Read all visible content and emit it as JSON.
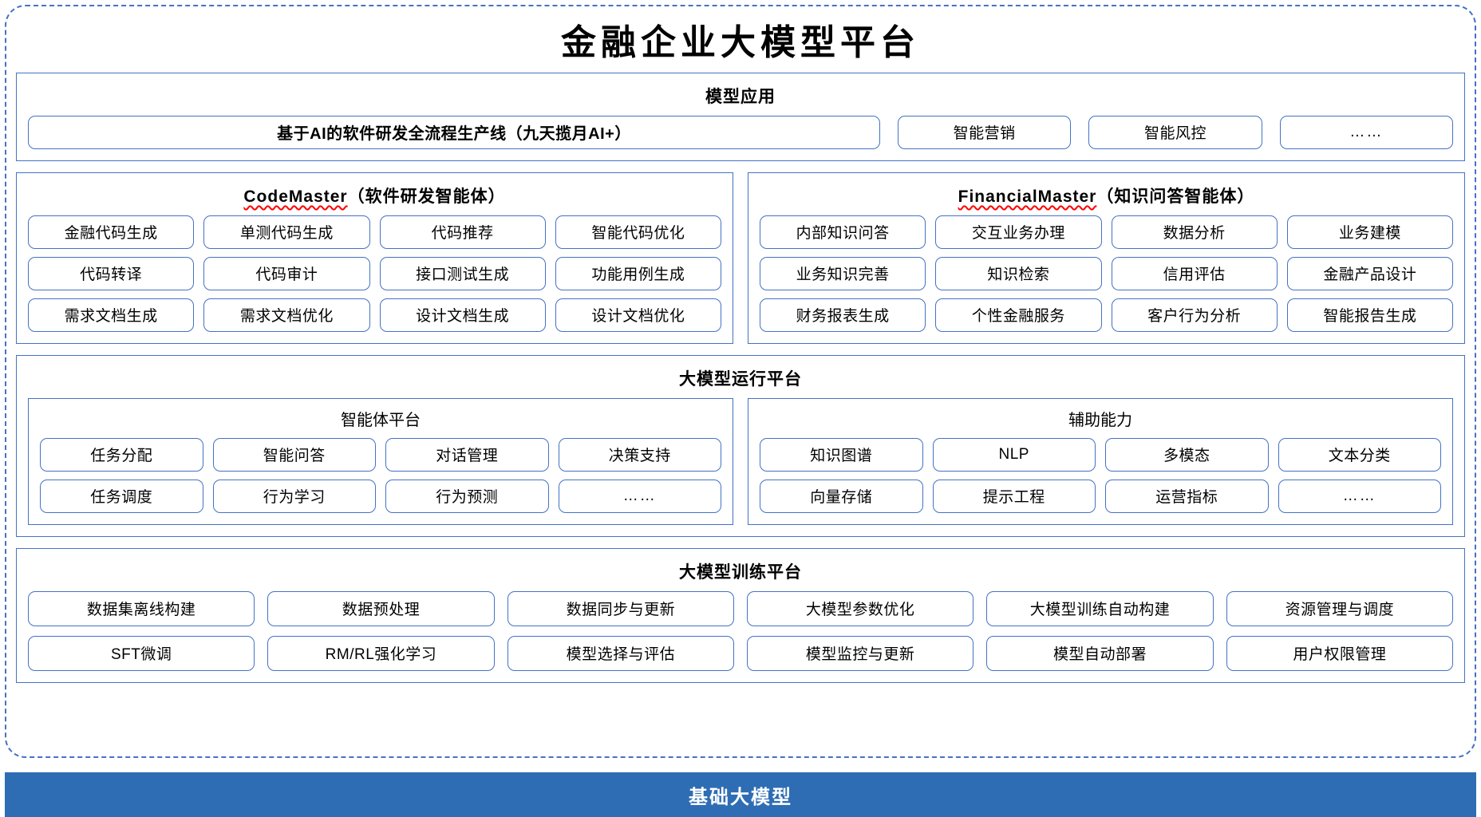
{
  "page": {
    "title": "金融企业大模型平台",
    "accent_color": "#4472c4",
    "base_bar_color": "#2e6db4",
    "spellcheck_underline_color": "#ff0000"
  },
  "model_application": {
    "title": "模型应用",
    "flagship": "基于AI的软件研发全流程生产线（九天揽月AI+）",
    "items": [
      "智能营销",
      "智能风控",
      "……"
    ]
  },
  "agents": [
    {
      "name": "CodeMaster",
      "suffix": "（软件研发智能体）",
      "items": [
        "金融代码生成",
        "单测代码生成",
        "代码推荐",
        "智能代码优化",
        "代码转译",
        "代码审计",
        "接口测试生成",
        "功能用例生成",
        "需求文档生成",
        "需求文档优化",
        "设计文档生成",
        "设计文档优化"
      ]
    },
    {
      "name": "FinancialMaster",
      "suffix": "（知识问答智能体）",
      "items": [
        "内部知识问答",
        "交互业务办理",
        "数据分析",
        "业务建模",
        "业务知识完善",
        "知识检索",
        "信用评估",
        "金融产品设计",
        "财务报表生成",
        "个性金融服务",
        "客户行为分析",
        "智能报告生成"
      ]
    }
  ],
  "runtime_platform": {
    "title": "大模型运行平台",
    "groups": [
      {
        "title": "智能体平台",
        "items": [
          "任务分配",
          "智能问答",
          "对话管理",
          "决策支持",
          "任务调度",
          "行为学习",
          "行为预测",
          "……"
        ]
      },
      {
        "title": "辅助能力",
        "items": [
          "知识图谱",
          "NLP",
          "多模态",
          "文本分类",
          "向量存储",
          "提示工程",
          "运营指标",
          "……"
        ]
      }
    ]
  },
  "training_platform": {
    "title": "大模型训练平台",
    "items": [
      "数据集离线构建",
      "数据预处理",
      "数据同步与更新",
      "大模型参数优化",
      "大模型训练自动构建",
      "资源管理与调度",
      "SFT微调",
      "RM/RL强化学习",
      "模型选择与评估",
      "模型监控与更新",
      "模型自动部署",
      "用户权限管理"
    ]
  },
  "base_model": {
    "label": "基础大模型"
  }
}
